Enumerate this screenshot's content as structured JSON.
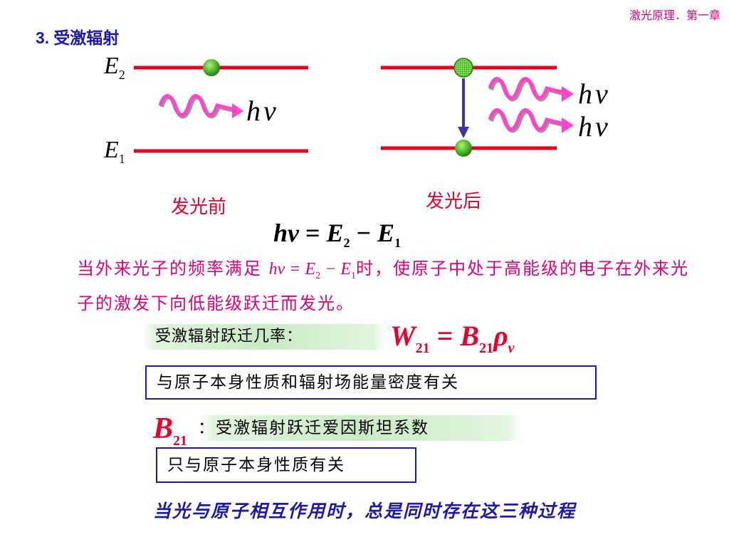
{
  "header": {
    "tag": "激光原理．第一章"
  },
  "section": {
    "number": "3.",
    "title": "受激辐射"
  },
  "diagram": {
    "E2_letter": "E",
    "E2_sub": "2",
    "E1_letter": "E",
    "E1_sub": "1",
    "photon_left": "hν",
    "photon_right_1": "hν",
    "photon_right_2": "hν",
    "caption_before": "发光前",
    "caption_after": "发光后"
  },
  "main_formula": {
    "lhs": "hν",
    "eq": " = ",
    "E2": "E",
    "E2_sub": "2",
    "minus": " − ",
    "E1": "E",
    "E1_sub": "1"
  },
  "paragraph": {
    "part1": "当外来光子的频率满足 ",
    "formula": "hν = E",
    "formula_sub1": "2",
    "formula_mid": " − E",
    "formula_sub2": "1",
    "part2": "时，使原子中处于高能级的电子在外来光子的激发下向低能级跃迁而发光。"
  },
  "probability": {
    "label": "受激辐射跃迁几率：",
    "W": "W",
    "W_sub": "21",
    "eq": " = ",
    "B": "B",
    "B_sub": "21",
    "rho": "ρ",
    "rho_sub": "ν"
  },
  "box1": {
    "text": "与原子本身性质和辐射场能量密度有关"
  },
  "einstein": {
    "B": "B",
    "B_sub": "21",
    "desc": "：受激辐射跃迁爱因斯坦系数"
  },
  "box2": {
    "text": "只与原子本身性质有关"
  },
  "footer": {
    "text": "当光与原子相互作用时，总是同时存在这三种过程"
  },
  "colors": {
    "level_line": "#e8001c",
    "electron": "#33aa22",
    "wave": "#ff44cc",
    "arrow": "#3a3a9a",
    "accent_blue": "#1a1aa6",
    "accent_pink": "#e0007a"
  }
}
